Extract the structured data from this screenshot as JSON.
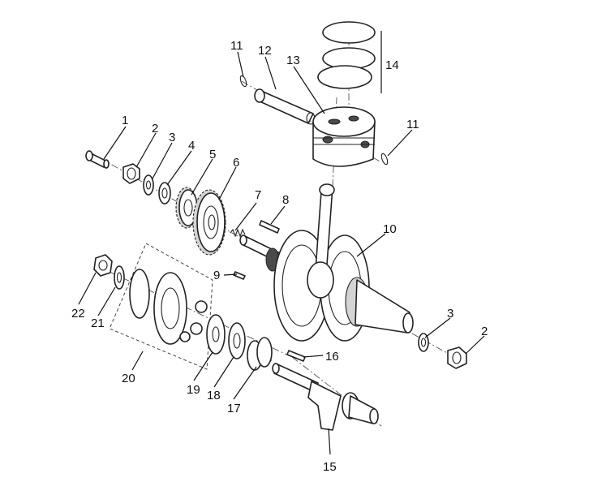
{
  "diagram": {
    "labels": {
      "p1": "1",
      "p2a": "2",
      "p2b": "2",
      "p3a": "3",
      "p3b": "3",
      "p4": "4",
      "p5": "5",
      "p6": "6",
      "p7": "7",
      "p8": "8",
      "p9": "9",
      "p10": "10",
      "p11a": "11",
      "p11b": "11",
      "p12": "12",
      "p13": "13",
      "p14": "14",
      "p15": "15",
      "p16": "16",
      "p17": "17",
      "p18": "18",
      "p19": "19",
      "p20": "20",
      "p21": "21",
      "p22": "22"
    }
  }
}
